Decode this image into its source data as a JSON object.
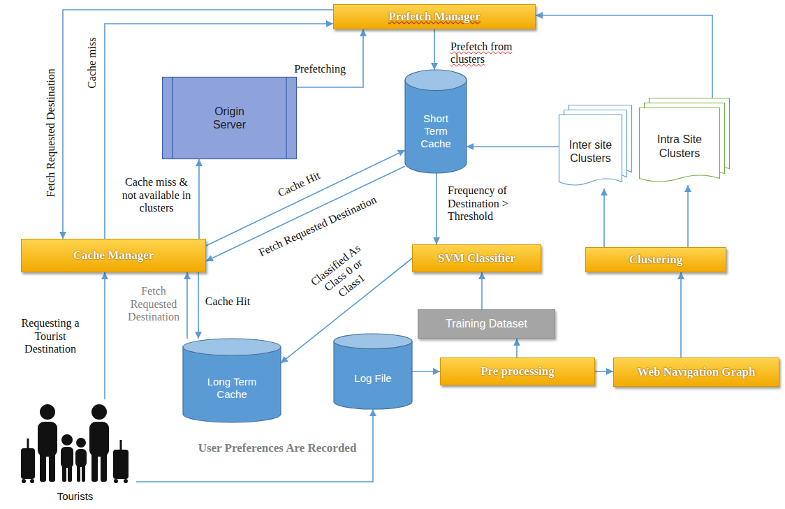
{
  "diagram": {
    "nodes": [
      {
        "text": [
          "Prefetch Manager"
        ]
      },
      {
        "text": [
          "Origin Server"
        ]
      },
      {
        "text": [
          "Short Term Cache"
        ]
      },
      {
        "text": [
          "Inter site Clusters"
        ]
      },
      {
        "text": [
          "Intra Site Clusters"
        ]
      },
      {
        "text": [
          "Cache Manager"
        ]
      },
      {
        "text": [
          "SVM Classifier"
        ]
      },
      {
        "text": [
          "Clustering"
        ]
      },
      {
        "text": [
          "Training Dataset"
        ]
      },
      {
        "text": [
          "Long Term Cache"
        ]
      },
      {
        "text": [
          "Log File"
        ]
      },
      {
        "text": [
          "Pre processing"
        ]
      },
      {
        "text": [
          "Web Navigation Graph"
        ]
      },
      {
        "text": [
          "Tourists"
        ]
      }
    ],
    "edges": [
      {
        "from": 5,
        "to": 0,
        "label": "Cache miss",
        "arrow": "to"
      },
      {
        "from": 0,
        "to": 5,
        "label": "Fetch Requested Destination",
        "arrow": "to"
      },
      {
        "from": 1,
        "to": 0,
        "label": "Prefetching",
        "arrow": "to"
      },
      {
        "from": 0,
        "to": 2,
        "label": "Prefetch from clusters",
        "arrow": "to"
      },
      {
        "from": 5,
        "to": 1,
        "label": "Cache miss & not available in clusters",
        "arrow": "to"
      },
      {
        "from": 5,
        "to": 2,
        "label": "Cache Hit",
        "arrow": "to"
      },
      {
        "from": 2,
        "to": 5,
        "label": "Fetch Requested Destination",
        "arrow": "to"
      },
      {
        "from": 2,
        "to": 6,
        "label": "Frequency of Destination > Threshold",
        "arrow": "to"
      },
      {
        "from": 3,
        "to": 2,
        "arrow": "to"
      },
      {
        "from": 7,
        "to": 3,
        "arrow": "to"
      },
      {
        "from": 7,
        "to": 4,
        "arrow": "to"
      },
      {
        "from": 4,
        "to": 0,
        "arrow": "to"
      },
      {
        "from": 6,
        "to": 9,
        "label": "Classified As Class 0 or Class1",
        "arrow": "to"
      },
      {
        "from": 5,
        "to": 9,
        "label": "Cache Hit",
        "arrow": "to"
      },
      {
        "from": 9,
        "to": 5,
        "label": "Fetch Requested Destination",
        "arrow": "to"
      },
      {
        "from": 8,
        "to": 6,
        "arrow": "to"
      },
      {
        "from": 10,
        "to": 11,
        "arrow": "to"
      },
      {
        "from": 11,
        "to": 8,
        "arrow": "to"
      },
      {
        "from": 11,
        "to": 12,
        "arrow": "to"
      },
      {
        "from": 12,
        "to": 7,
        "arrow": "to"
      },
      {
        "from": 13,
        "to": 5,
        "label": "Requesting a Tourist Destination",
        "arrow": "to"
      },
      {
        "from": 13,
        "to": 10,
        "label": "User Preferences Are Recorded",
        "arrow": "to"
      }
    ]
  }
}
